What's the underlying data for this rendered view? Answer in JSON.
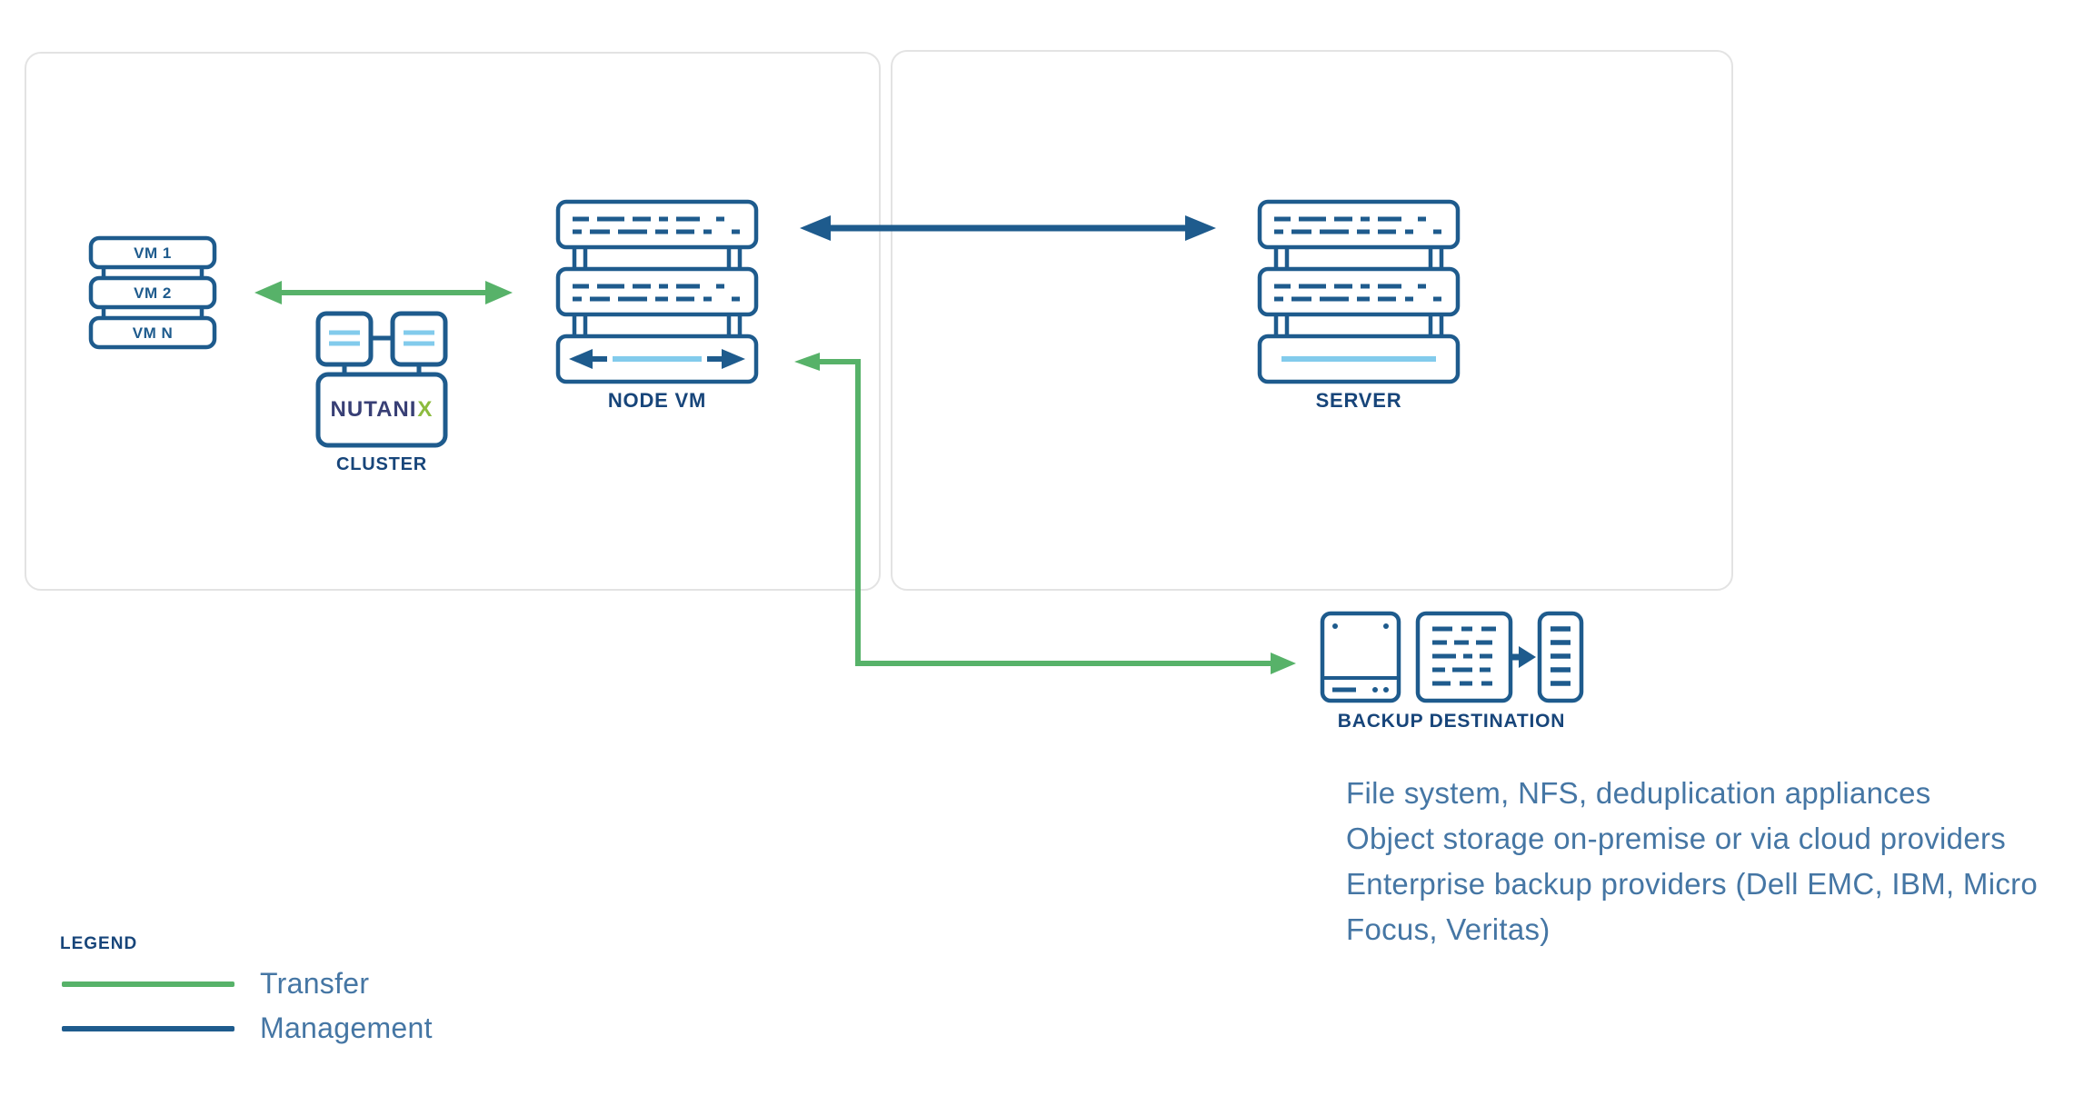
{
  "colors": {
    "stroke_blue": "#1E5B8D",
    "navy_text": "#17457A",
    "light_blue": "#82CBEC",
    "green": "#57B269",
    "body_text": "#4576A4",
    "logo_navy": "#383F75",
    "logo_green": "#8CBB3E",
    "panel_border": "#E3E3E3"
  },
  "left_panel": {
    "vm_stack": {
      "items": [
        "VM 1",
        "VM 2",
        "VM N"
      ]
    },
    "cluster": {
      "logo_text": "NUTANI",
      "logo_x": "X",
      "label": "CLUSTER"
    },
    "node_vm": {
      "label": "NODE VM"
    }
  },
  "right_panel": {
    "server": {
      "label": "SERVER"
    }
  },
  "backup": {
    "label": "BACKUP DESTINATION",
    "lines": [
      "File system, NFS, deduplication appliances",
      "Object storage on-premise or via cloud providers",
      "Enterprise backup providers (Dell EMC, IBM, Micro Focus, Veritas)"
    ]
  },
  "legend": {
    "title": "LEGEND",
    "items": [
      {
        "label": "Transfer",
        "color": "#57B269"
      },
      {
        "label": "Management",
        "color": "#1E5B8D"
      }
    ]
  }
}
